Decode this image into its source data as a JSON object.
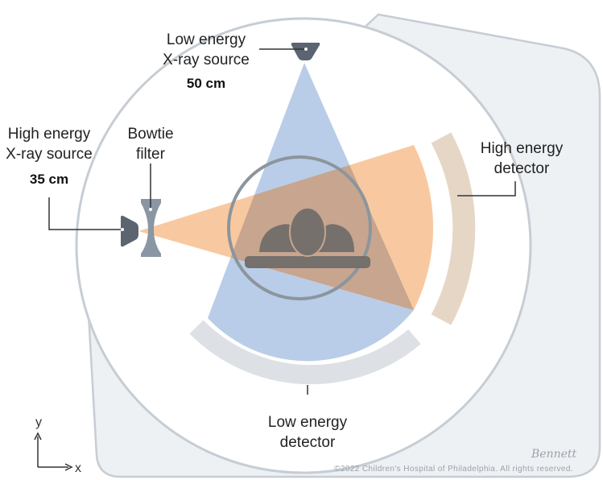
{
  "labels": {
    "low_source_line1": "Low energy",
    "low_source_line2": "X-ray source",
    "low_source_distance": "50 cm",
    "high_source_line1": "High energy",
    "high_source_line2": "X-ray source",
    "high_source_distance": "35 cm",
    "bowtie_line1": "Bowtie",
    "bowtie_line2": "filter",
    "high_detector_line1": "High energy",
    "high_detector_line2": "detector",
    "low_detector_line1": "Low energy",
    "low_detector_line2": "detector"
  },
  "axes": {
    "x": "x",
    "y": "y"
  },
  "footer": {
    "signature": "Bennett",
    "copyright": "©2022 Children's Hospital of Philadelphia. All rights reserved."
  },
  "colors": {
    "gantry_fill": "#eef1f4",
    "gantry_stroke": "#c6cdd4",
    "low_beam": "#b9cde8",
    "high_beam": "#f8c9a0",
    "overlap": "#c7a58f",
    "high_detector": "#e6d6c6",
    "low_detector": "#dde1e5",
    "bore_ring": "#8c959d",
    "patient": "#75706b",
    "source": "#5b6470",
    "bowtie": "#8a96a3"
  }
}
